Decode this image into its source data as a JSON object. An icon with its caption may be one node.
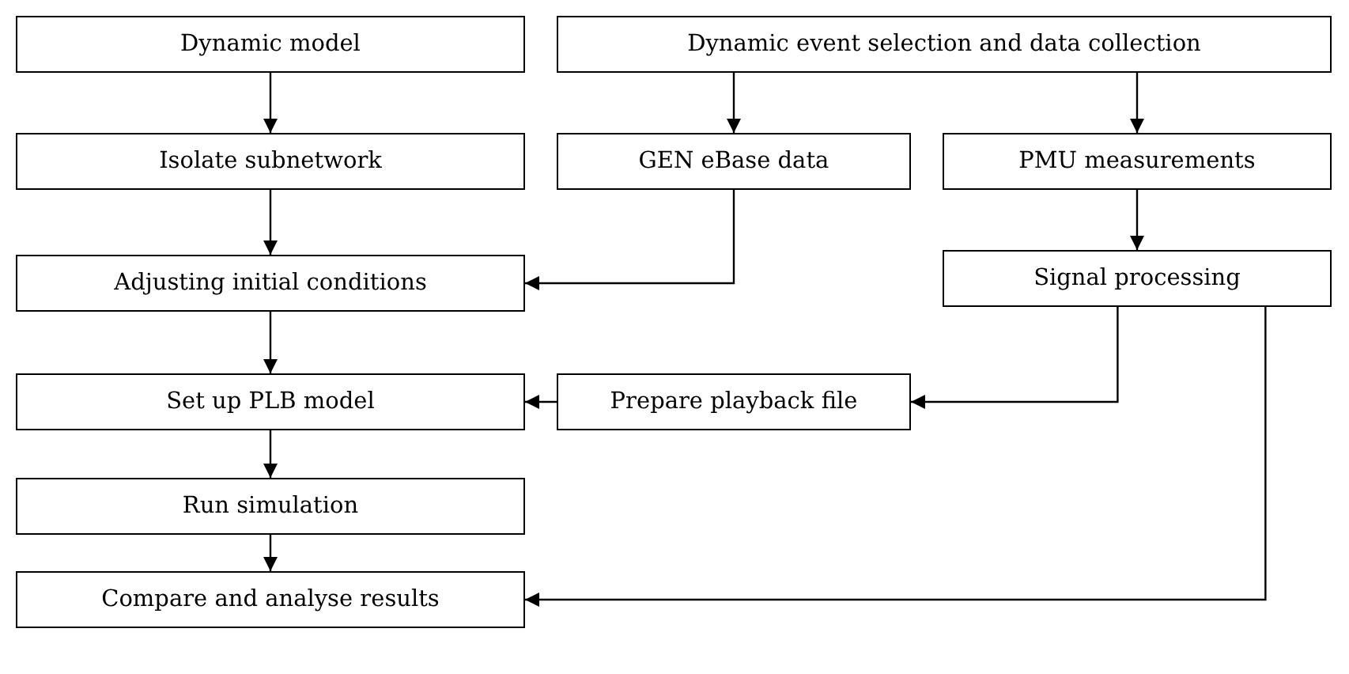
{
  "diagram": {
    "nodes": [
      {
        "text": [
          "Dynamic model"
        ]
      },
      {
        "text": [
          "Dynamic event selection and data collection"
        ]
      },
      {
        "text": [
          "Isolate subnetwork"
        ]
      },
      {
        "text": [
          "GEN eBase data"
        ]
      },
      {
        "text": [
          "PMU measurements"
        ]
      },
      {
        "text": [
          "Adjusting initial conditions"
        ]
      },
      {
        "text": [
          "Signal processing"
        ]
      },
      {
        "text": [
          "Set up PLB model"
        ]
      },
      {
        "text": [
          "Prepare playback file"
        ]
      },
      {
        "text": [
          "Run simulation"
        ]
      },
      {
        "text": [
          "Compare and analyse results"
        ]
      }
    ],
    "edges": [
      {
        "from": 0,
        "to": 2,
        "arrow": "to"
      },
      {
        "from": 1,
        "to": 3,
        "arrow": "to"
      },
      {
        "from": 1,
        "to": 4,
        "arrow": "to"
      },
      {
        "from": 2,
        "to": 5,
        "arrow": "to"
      },
      {
        "from": 3,
        "to": 5,
        "arrow": "to"
      },
      {
        "from": 4,
        "to": 6,
        "arrow": "to"
      },
      {
        "from": 5,
        "to": 7,
        "arrow": "to"
      },
      {
        "from": 6,
        "to": 8,
        "arrow": "to"
      },
      {
        "from": 8,
        "to": 7,
        "arrow": "to"
      },
      {
        "from": 7,
        "to": 9,
        "arrow": "to"
      },
      {
        "from": 9,
        "to": 10,
        "arrow": "to"
      },
      {
        "from": 6,
        "to": 10,
        "arrow": "to"
      }
    ]
  }
}
